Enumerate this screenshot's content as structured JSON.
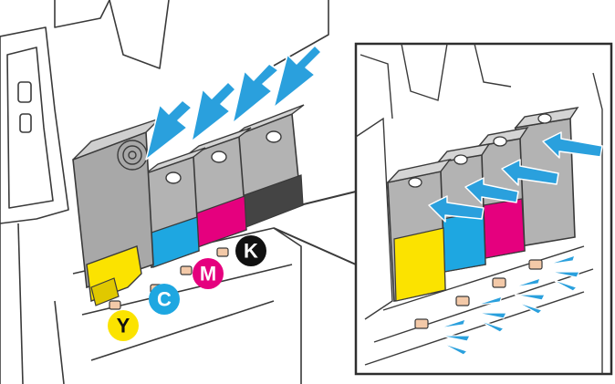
{
  "colors": {
    "yellow": "#fbe300",
    "cyan": "#1ea7e1",
    "magenta": "#e5007e",
    "black": "#111111",
    "cartridge_gray": "#b3b3b3",
    "arrow_blue": "#2aa0dd",
    "line": "#3a3a3a"
  },
  "cartridges": [
    {
      "key": "Y",
      "color_name": "yellow",
      "label": "Y"
    },
    {
      "key": "C",
      "color_name": "cyan",
      "label": "C"
    },
    {
      "key": "M",
      "color_name": "magenta",
      "label": "M"
    },
    {
      "key": "K",
      "color_name": "black",
      "label": "K"
    }
  ],
  "icons": [
    "insert-arrow-icon",
    "lock-pin-icon",
    "detail-callout-icon"
  ]
}
